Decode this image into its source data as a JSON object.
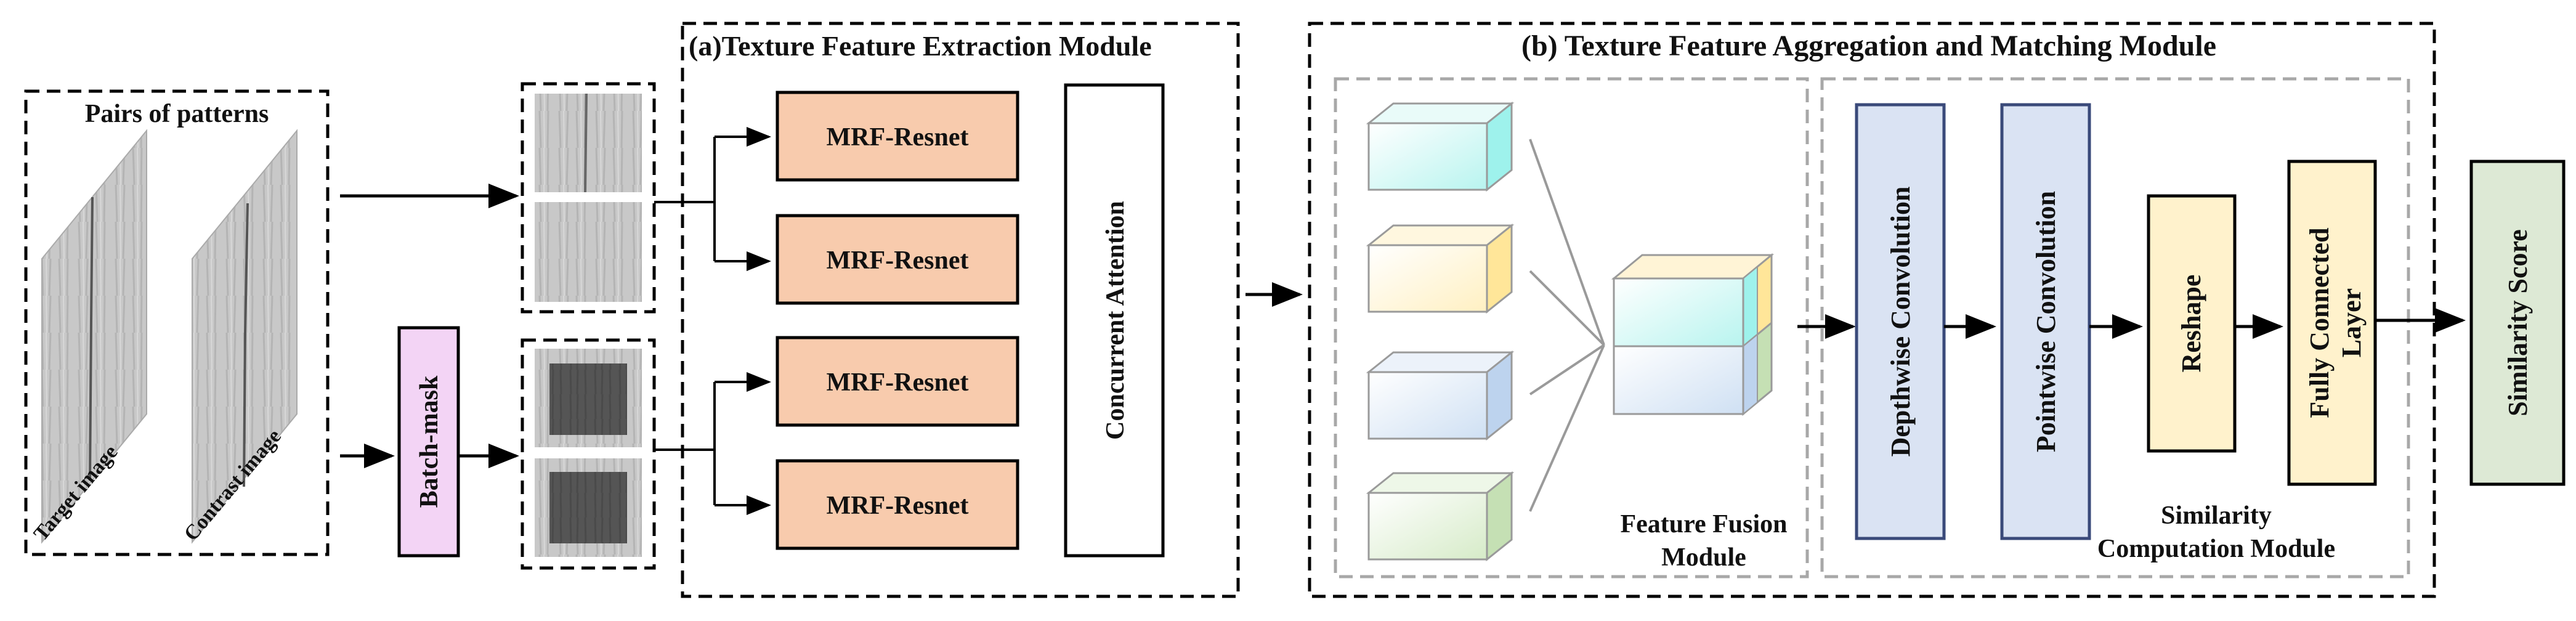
{
  "patterns": {
    "title": "Pairs of patterns",
    "target_label": "Target image",
    "contrast_label": "Contrast image"
  },
  "batch_mask": {
    "label": "Batch-mask"
  },
  "module_a": {
    "title": "(a)Texture Feature Extraction Module",
    "resnet_label": "MRF-Resnet",
    "attention_label": "Concurrent Attention"
  },
  "module_b": {
    "title": "(b) Texture Feature Aggregation and Matching Module",
    "fusion": {
      "line1": "Feature Fusion",
      "line2": "Module"
    },
    "similarity": {
      "depthwise": "Depthwise Convolution",
      "pointwise": "Pointwise Convolution",
      "reshape": "Reshape",
      "fc_line1": "Fully Connected",
      "fc_line2": "Layer",
      "module_line1": "Similarity",
      "module_line2": "Computation Module"
    }
  },
  "output": {
    "label": "Similarity Score"
  },
  "colors": {
    "resnet_fill": "#f8cbad",
    "batch_mask_fill": "#f3d4f5",
    "conv_fill": "#dae3f3",
    "conv_stroke": "#3a4a7a",
    "reshape_fill": "#fff2cc",
    "score_fill": "#dde9d5",
    "cube_cyan": "#9ef2ec",
    "cube_yellow": "#ffe699",
    "cube_blue": "#bdd3ee",
    "cube_green": "#c5e0b4"
  }
}
